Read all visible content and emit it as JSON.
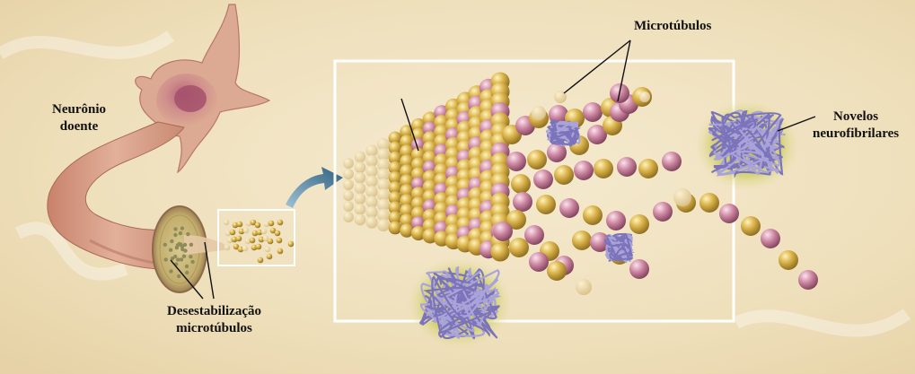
{
  "labels": {
    "diseased_neuron": {
      "line1": "Neurônio",
      "line2": "doente"
    },
    "microtubules": "Microtúbulos",
    "tangles": {
      "line1": "Novelos",
      "line2": "neurofibrilares"
    },
    "destabilization": {
      "line1": "Desestabilização",
      "line2": "microtúbulos"
    }
  },
  "colors": {
    "background": "#efe0bc",
    "neuron": "#d9a38f",
    "tubulin_gold": "#c9a43e",
    "tubulin_pink": "#c97f98",
    "tangle_purple": "#8a82c4",
    "tangle_glow": "#b9c238",
    "zoom_arrow": "#3f6e8c"
  }
}
